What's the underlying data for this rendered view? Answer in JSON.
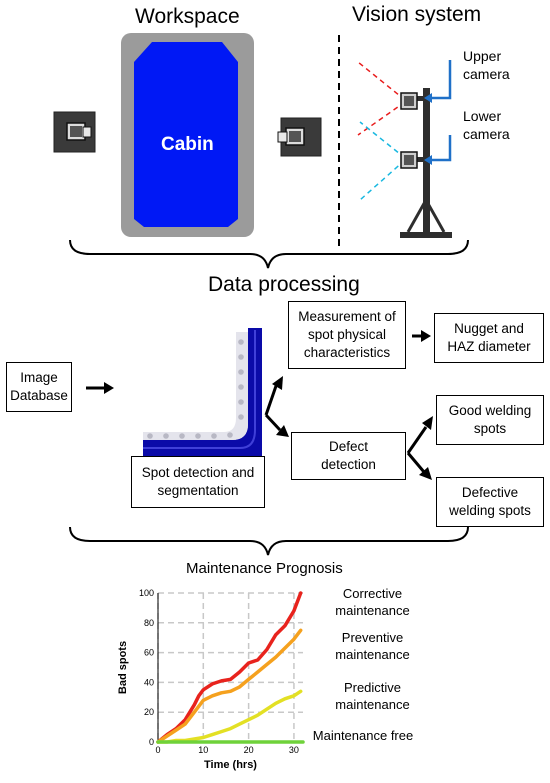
{
  "workspace": {
    "title": "Workspace",
    "cabin_label": "Cabin",
    "cabin_color": "#0018f5"
  },
  "vision": {
    "title": "Vision system",
    "upper_camera": "Upper\ncamera",
    "lower_camera": "Lower\ncamera",
    "upper_color": "#e81c1c",
    "lower_color": "#19b8e0",
    "pointer_color": "#1f70c8"
  },
  "processing": {
    "title": "Data processing",
    "image_database": "Image\nDatabase",
    "spot_detection": "Spot detection and\nsegmentation",
    "measurement": "Measurement of\nspot physical\ncharacteristics",
    "nugget": "Nugget and\nHAZ diameter",
    "defect_detection": "Defect\ndetection",
    "good_spots": "Good welding\nspots",
    "defective_spots": "Defective\nwelding spots"
  },
  "prognosis": {
    "title": "Maintenance Prognosis"
  },
  "chart_data": {
    "type": "line",
    "xlabel": "Time (hrs)",
    "ylabel": "Bad spots",
    "xlim": [
      0,
      32
    ],
    "ylim": [
      0,
      100
    ],
    "xticks": [
      "0",
      "10",
      "20",
      "30"
    ],
    "yticks": [
      "0",
      "20",
      "40",
      "60",
      "80",
      "100"
    ],
    "grid": true,
    "series": [
      {
        "name": "Corrective\nmaintenance",
        "color": "#e8231d",
        "x": [
          0,
          2,
          4,
          6,
          8,
          9,
          10,
          12,
          14,
          16,
          18,
          20,
          22,
          24,
          26,
          28,
          30,
          31.5
        ],
        "y": [
          0,
          5,
          9,
          15,
          25,
          31,
          35,
          39,
          41,
          42,
          47,
          53,
          55,
          62,
          72,
          78,
          88,
          100
        ]
      },
      {
        "name": "Preventive\nmaintenance",
        "color": "#f5a11e",
        "x": [
          0,
          2,
          4,
          6,
          8,
          10,
          12,
          14,
          16,
          18,
          20,
          22,
          24,
          26,
          28,
          30,
          31.5
        ],
        "y": [
          0,
          4,
          8,
          12,
          20,
          28,
          31,
          33,
          34,
          37,
          42,
          47,
          52,
          57,
          63,
          69,
          75
        ]
      },
      {
        "name": "Predictive\nmaintenance",
        "color": "#e3e024",
        "x": [
          0,
          2,
          4,
          6,
          8,
          10,
          12,
          14,
          16,
          18,
          20,
          22,
          24,
          26,
          28,
          30,
          31.5
        ],
        "y": [
          0,
          0,
          1,
          1,
          2,
          3,
          5,
          7,
          9,
          12,
          15,
          18,
          22,
          26,
          29,
          31,
          34
        ]
      },
      {
        "name": "Maintenance free",
        "color": "#6fd23a",
        "x": [
          0,
          32
        ],
        "y": [
          0,
          0
        ]
      }
    ]
  }
}
